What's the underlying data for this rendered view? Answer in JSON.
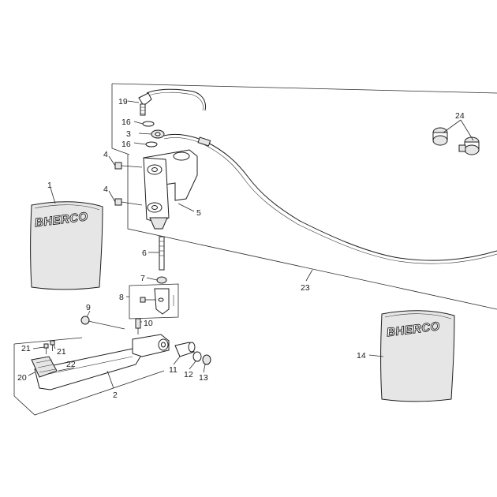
{
  "brand": {
    "name": "BHERCO"
  },
  "callouts": [
    {
      "id": "c1",
      "text": "1"
    },
    {
      "id": "c2",
      "text": "2"
    },
    {
      "id": "c3",
      "text": "3"
    },
    {
      "id": "c4a",
      "text": "4"
    },
    {
      "id": "c4b",
      "text": "4"
    },
    {
      "id": "c5",
      "text": "5"
    },
    {
      "id": "c6",
      "text": "6"
    },
    {
      "id": "c7",
      "text": "7"
    },
    {
      "id": "c8",
      "text": "8"
    },
    {
      "id": "c9",
      "text": "9"
    },
    {
      "id": "c10",
      "text": "10"
    },
    {
      "id": "c11",
      "text": "11"
    },
    {
      "id": "c12",
      "text": "12"
    },
    {
      "id": "c13",
      "text": "13"
    },
    {
      "id": "c14",
      "text": "14"
    },
    {
      "id": "c16a",
      "text": "16"
    },
    {
      "id": "c16b",
      "text": "16"
    },
    {
      "id": "c19",
      "text": "19"
    },
    {
      "id": "c20",
      "text": "20"
    },
    {
      "id": "c21a",
      "text": "21"
    },
    {
      "id": "c21b",
      "text": "21"
    },
    {
      "id": "c22",
      "text": "22"
    },
    {
      "id": "c23",
      "text": "23"
    },
    {
      "id": "c24",
      "text": "24"
    }
  ]
}
